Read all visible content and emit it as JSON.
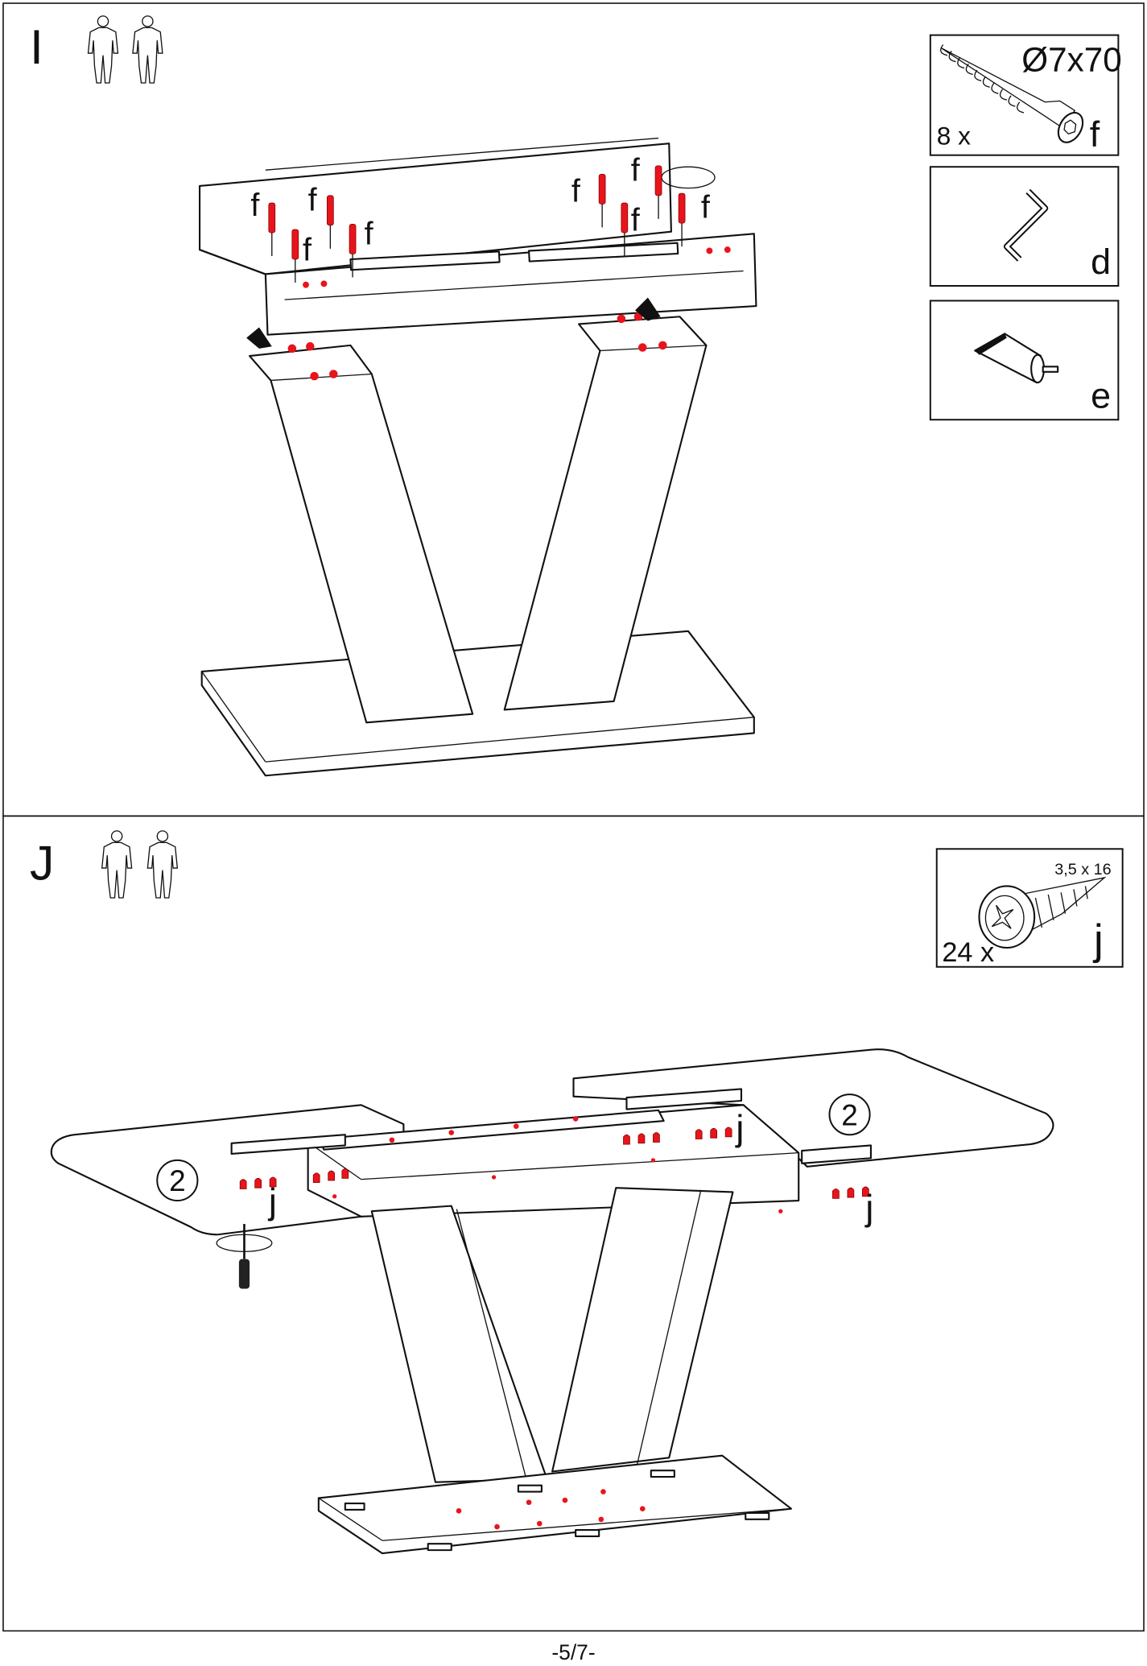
{
  "page_number": "-5/7-",
  "steps": [
    {
      "id": "I",
      "people_icon": "two-persons-icon",
      "callout_labels": [
        "f",
        "f",
        "f",
        "f",
        "f",
        "f",
        "f",
        "f"
      ],
      "parts": [
        {
          "quantity": "8 x",
          "size": "Ø7x70",
          "letter": "f",
          "icon": "confirmat-screw-icon"
        },
        {
          "letter": "d",
          "icon": "hex-key-icon"
        },
        {
          "letter": "e",
          "icon": "glue-tube-icon"
        }
      ]
    },
    {
      "id": "J",
      "people_icon": "two-persons-icon",
      "callout_labels": [
        "j",
        "j",
        "j"
      ],
      "circle_labels": [
        "2",
        "2"
      ],
      "parts": [
        {
          "quantity": "24 x",
          "size": "3,5 x 16",
          "letter": "j",
          "icon": "wood-screw-icon"
        }
      ]
    }
  ],
  "colors": {
    "highlight": "#e8141c",
    "line": "#111111"
  }
}
